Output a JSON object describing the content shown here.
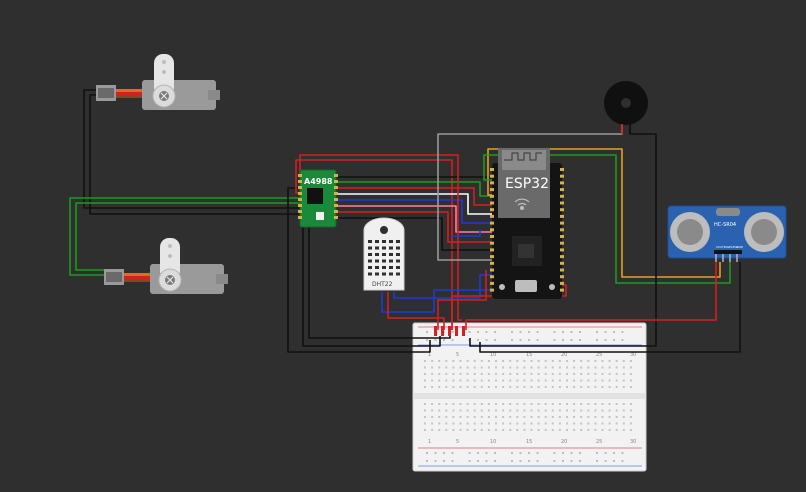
{
  "theme": {
    "background": "#2f2f2f",
    "wire_red": "#d42020",
    "wire_black": "#111111",
    "wire_green": "#1e9a1e",
    "wire_blue": "#1f3ad6",
    "wire_yellow": "#e8a21a",
    "wire_white": "#e6e6e6",
    "wire_pink": "#ff7fa8",
    "wire_gray": "#9a9a9a"
  },
  "components": {
    "driver": {
      "label": "A4988",
      "color": "#1a8a3a"
    },
    "mcu": {
      "label": "ESP32",
      "color": "#141414"
    },
    "sensor_th": {
      "label": "DHT22"
    },
    "ultrasonic": {
      "label": "HC-SR04",
      "pins": [
        "VCC",
        "TRIG",
        "ECHO",
        "GND"
      ]
    },
    "breadboard": {
      "top_numbers": [
        "1",
        "5",
        "10",
        "15",
        "20",
        "25",
        "30"
      ],
      "bottom_numbers": [
        "1",
        "5",
        "10",
        "15",
        "20",
        "25",
        "30"
      ]
    },
    "servo_top": {
      "icon": "servo-icon"
    },
    "servo_bottom": {
      "icon": "servo-icon"
    },
    "buzzer": {
      "icon": "buzzer-icon"
    }
  }
}
